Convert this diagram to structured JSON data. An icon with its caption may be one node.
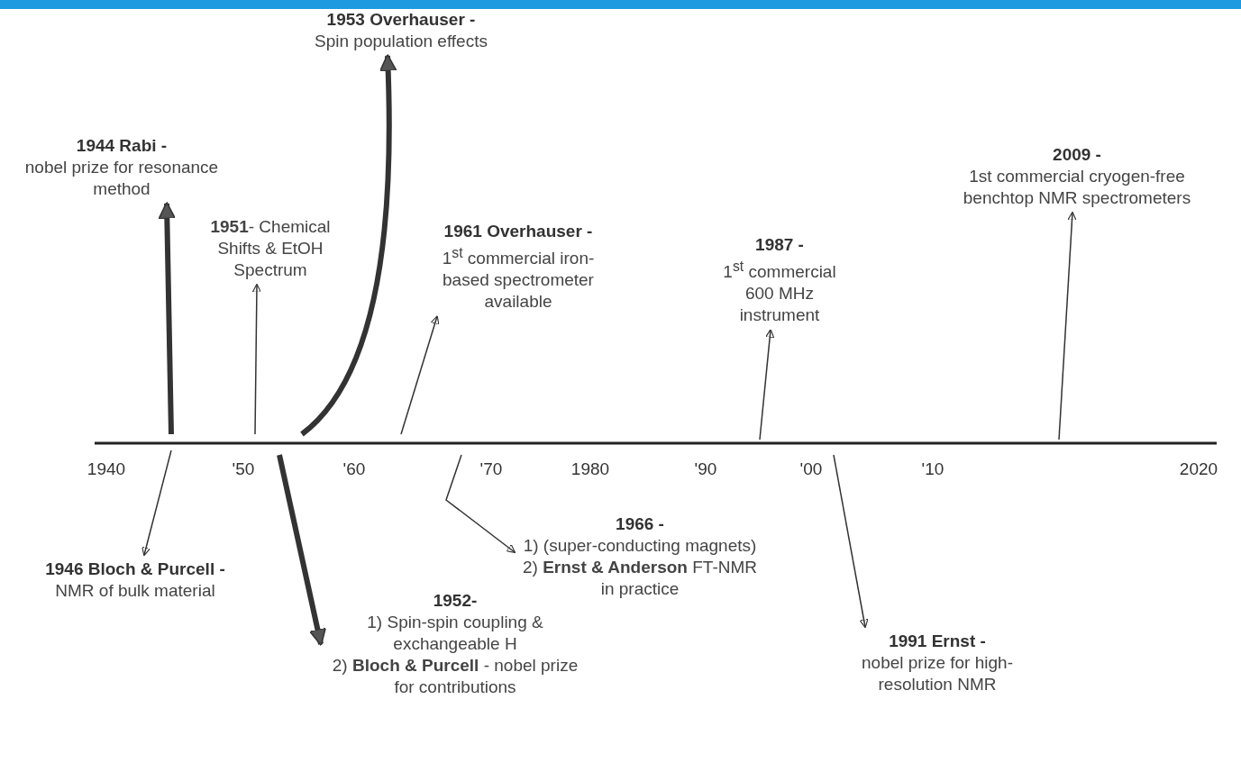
{
  "diagram": {
    "nodes": [
      {
        "text": [
          "1944 Rabi -",
          "nobel prize for resonance method"
        ]
      },
      {
        "text": [
          "**1951**- Chemical Shifts & EtOH Spectrum"
        ]
      },
      {
        "text": [
          "1953 Overhauser -",
          "Spin population effects"
        ]
      },
      {
        "text": [
          "1961 Overhauser -",
          "1$^{st}$ commercial iron-based spectrometer available"
        ]
      },
      {
        "text": [
          "1987 -",
          "1$^{st}$ commercial 600 MHz instrument"
        ]
      },
      {
        "text": [
          "2009 -",
          "1st commercial cryogen-free benchtop NMR spectrometers"
        ]
      },
      {
        "text": [
          "1946 Bloch & Purcell -",
          "NMR of bulk material"
        ]
      },
      {
        "text": [
          "1952-",
          "1) Spin-spin coupling & exchangeable H",
          "2) **Bloch & Purcell** - nobel prize for contributions"
        ]
      },
      {
        "text": [
          "1966 -",
          "1) (super-conducting magnets)",
          "2) **Ernst & Anderson** FT-NMR in practice"
        ]
      },
      {
        "text": [
          "1991 Ernst -",
          "nobel prize for high-resolution NMR"
        ]
      }
    ],
    "edges": [
      {
        "from": null,
        "to": 0,
        "arrow": "to",
        "style": "thick"
      },
      {
        "from": null,
        "to": 1,
        "arrow": "to"
      },
      {
        "from": null,
        "to": 2,
        "arrow": "to",
        "style": "thick"
      },
      {
        "from": null,
        "to": 3,
        "arrow": "to"
      },
      {
        "from": null,
        "to": 4,
        "arrow": "to"
      },
      {
        "from": null,
        "to": 5,
        "arrow": "to"
      },
      {
        "from": null,
        "to": 6,
        "arrow": "to"
      },
      {
        "from": null,
        "to": 7,
        "arrow": "to",
        "style": "thick"
      },
      {
        "from": null,
        "to": 8,
        "arrow": "to"
      },
      {
        "from": null,
        "to": 9,
        "arrow": "to"
      }
    ],
    "labels": [
      "1940",
      "'50",
      "'60",
      "'70",
      "1980",
      "'90",
      "'00",
      "'10",
      "2020"
    ]
  }
}
